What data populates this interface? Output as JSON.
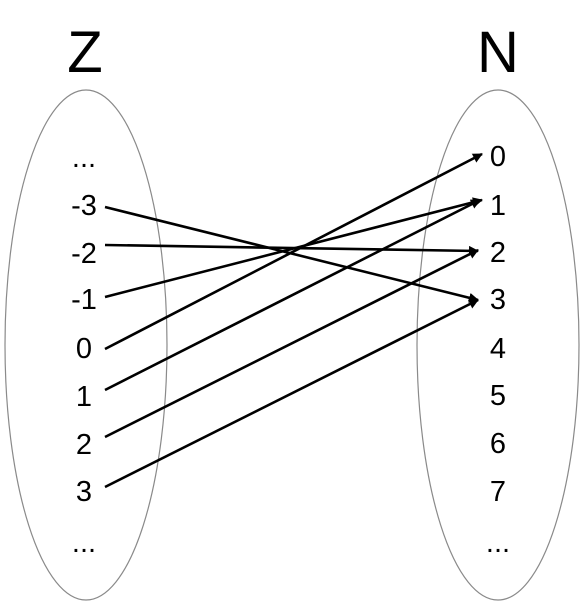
{
  "left_set": {
    "title": "Z",
    "elements": [
      "...",
      "-3",
      "-2",
      "-1",
      "0",
      "1",
      "2",
      "3",
      "..."
    ]
  },
  "right_set": {
    "title": "N",
    "elements": [
      "0",
      "1",
      "2",
      "3",
      "4",
      "5",
      "6",
      "7",
      "..."
    ]
  },
  "mapping": [
    {
      "from": "-3",
      "to": "3"
    },
    {
      "from": "-2",
      "to": "2"
    },
    {
      "from": "-1",
      "to": "1"
    },
    {
      "from": "0",
      "to": "0"
    },
    {
      "from": "1",
      "to": "1"
    },
    {
      "from": "2",
      "to": "2"
    },
    {
      "from": "3",
      "to": "3"
    }
  ]
}
